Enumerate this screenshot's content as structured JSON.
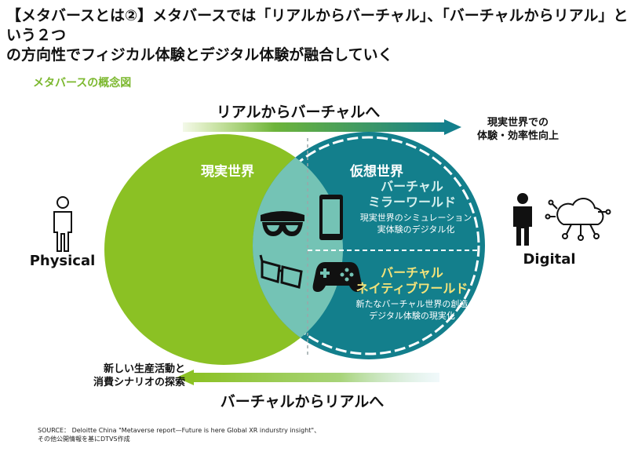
{
  "title": {
    "line1": "【メタバースとは②】メタバースでは「リアルからバーチャル」、「バーチャルからリアル」という２つ",
    "line2": "の方向性でフィジカル体験とデジタル体験が融合していく"
  },
  "subtitle": "メタバースの概念図",
  "arrows": {
    "top_label": "リアルからバーチャルへ",
    "bottom_label": "バーチャルからリアルへ"
  },
  "notes": {
    "right_line1": "現実世界での",
    "right_line2": "体験・効率性向上",
    "left_line1": "新しい生産活動と",
    "left_line2": "消費シナリオの探索"
  },
  "sides": {
    "physical": "Physical",
    "digital": "Digital"
  },
  "circles": {
    "real_world": "現実世界",
    "virtual_world": "仮想世界"
  },
  "mirror": {
    "title_line1": "バーチャル",
    "title_line2": "ミラーワールド",
    "desc_line1": "現実世界のシミュレーション",
    "desc_line2": "実体験のデジタル化"
  },
  "native": {
    "title_line1": "バーチャル",
    "title_line2": "ネイティブワールド",
    "desc_line1": "新たなバーチャル世界の創造",
    "desc_line2": "デジタル体験の現実化"
  },
  "source": {
    "line1": "SOURCE： Deloitte China \"Metaverse report—Future is here Global XR indurstry insight\"、",
    "line2": "その他公開情報を基にDTVS作成"
  },
  "colors": {
    "green": "#8bc124",
    "teal": "#137f8c",
    "overlap": "#74c3b5",
    "accent_yellow": "#f4e37a"
  },
  "icons": [
    "person-icon",
    "vr-goggles-icon",
    "smartphone-icon",
    "3d-glasses-icon",
    "gamepad-icon",
    "cloud-network-icon"
  ]
}
